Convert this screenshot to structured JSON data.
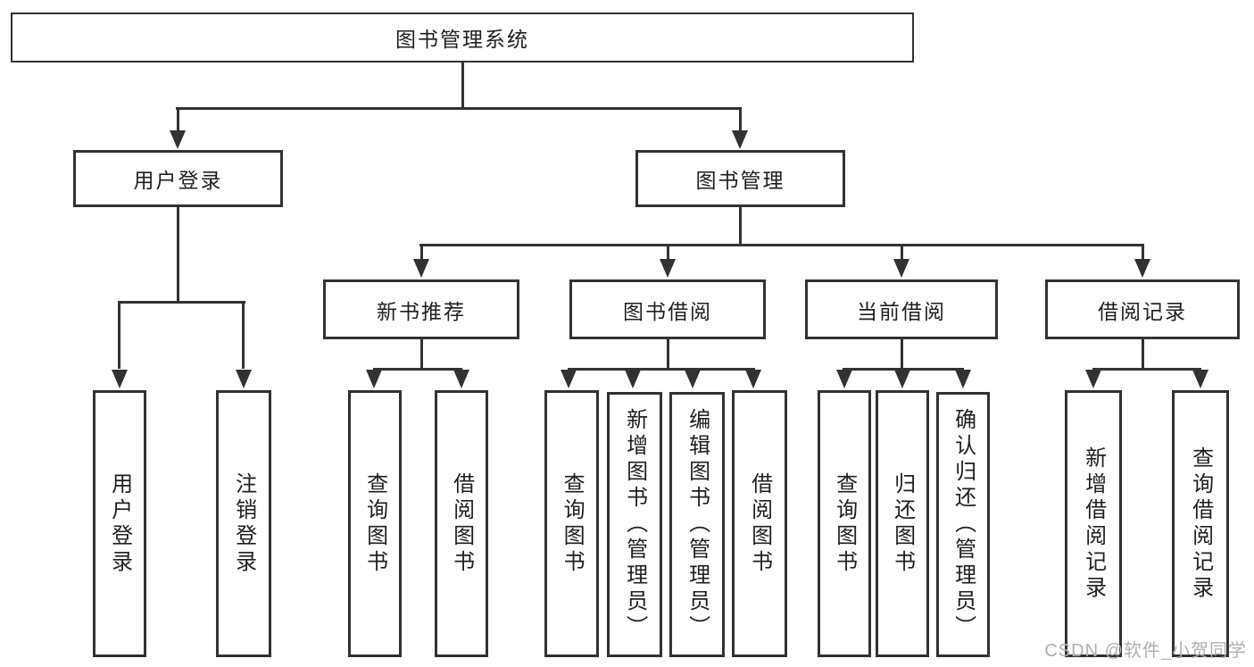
{
  "diagram_type": "hierarchy-tree",
  "colors": {
    "line": "#323232",
    "node_border": "#323232",
    "node_background": "#ffffff",
    "text": "#1f1f1f",
    "watermark": "#b0b0b0",
    "page_background": "#ffffff"
  },
  "tree": {
    "label": "图书管理系统",
    "children": [
      {
        "label": "用户登录",
        "children": [
          {
            "label": "用户登录"
          },
          {
            "label": "注销登录"
          }
        ]
      },
      {
        "label": "图书管理",
        "children": [
          {
            "label": "新书推荐",
            "children": [
              {
                "label": "查询图书"
              },
              {
                "label": "借阅图书"
              }
            ]
          },
          {
            "label": "图书借阅",
            "children": [
              {
                "label": "查询图书"
              },
              {
                "label": "新增图书（管理员）"
              },
              {
                "label": "编辑图书（管理员）"
              },
              {
                "label": "借阅图书"
              }
            ]
          },
          {
            "label": "当前借阅",
            "children": [
              {
                "label": "查询图书"
              },
              {
                "label": "归还图书"
              },
              {
                "label": "确认归还（管理员）"
              }
            ]
          },
          {
            "label": "借阅记录",
            "children": [
              {
                "label": "新增借阅记录"
              },
              {
                "label": "查询借阅记录"
              }
            ]
          }
        ]
      }
    ]
  },
  "watermark": "CSDN @软件_小贺同学"
}
